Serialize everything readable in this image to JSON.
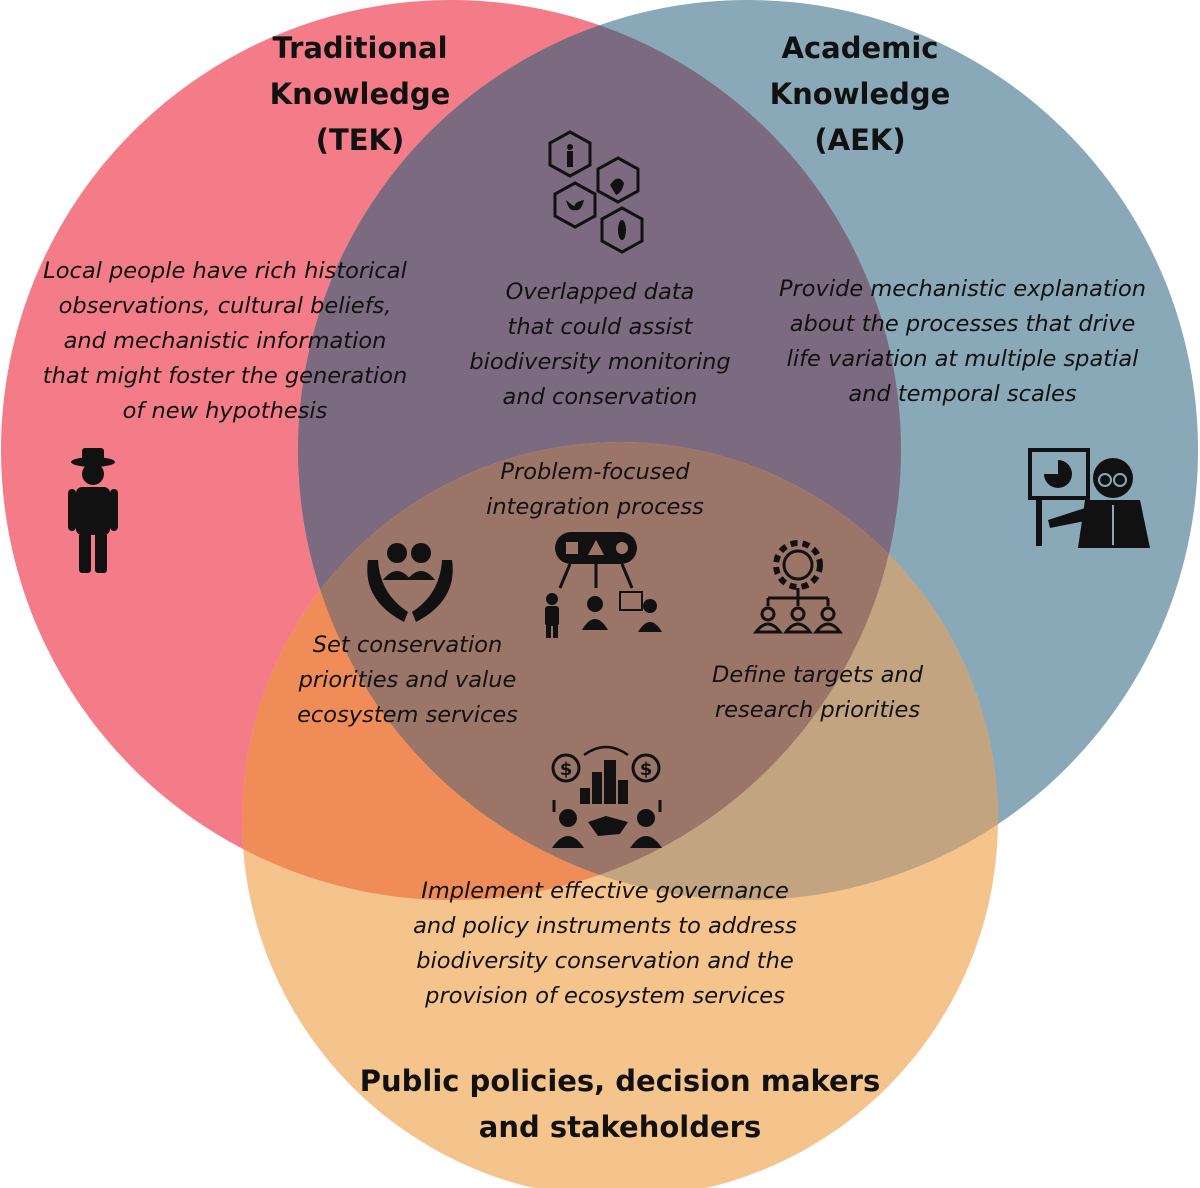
{
  "tek": {
    "title_lines": [
      "Traditional",
      "Knowledge",
      "(TEK)"
    ],
    "text_lines": [
      "Local people have rich historical",
      "observations, cultural beliefs,",
      "and mechanistic information",
      "that might foster the generation",
      "of new hypothesis"
    ]
  },
  "aek": {
    "title_lines": [
      "Academic",
      "Knowledge",
      "(AEK)"
    ],
    "text_lines": [
      "Provide mechanistic explanation",
      "about the processes that drive",
      "life variation at multiple spatial",
      "and temporal scales"
    ]
  },
  "overlap_tek_aek": {
    "text_lines": [
      "Overlapped  data",
      "that could assist",
      "biodiversity monitoring",
      "and conservation"
    ]
  },
  "center": {
    "text_lines": [
      "Problem-focused",
      "integration process"
    ]
  },
  "overlap_tek_policy": {
    "text_lines": [
      "Set conservation",
      "priorities and value",
      "ecosystem services"
    ]
  },
  "overlap_aek_policy": {
    "text_lines": [
      "Define targets and",
      "research priorities"
    ]
  },
  "policy": {
    "text_lines": [
      "Implement effective governance",
      "and policy instruments to address",
      "biodiversity conservation and the",
      "provision of ecosystem services"
    ],
    "title_lines": [
      "Public policies, decision makers",
      "and stakeholders"
    ]
  },
  "colors": {
    "tek": "#f47c88",
    "aek": "#89a8b8",
    "policy": "#f5c48c",
    "tek_aek": "#7c6b80",
    "tek_policy": "#f08c58",
    "aek_policy": "#c2a480",
    "center": "#9a7568"
  }
}
